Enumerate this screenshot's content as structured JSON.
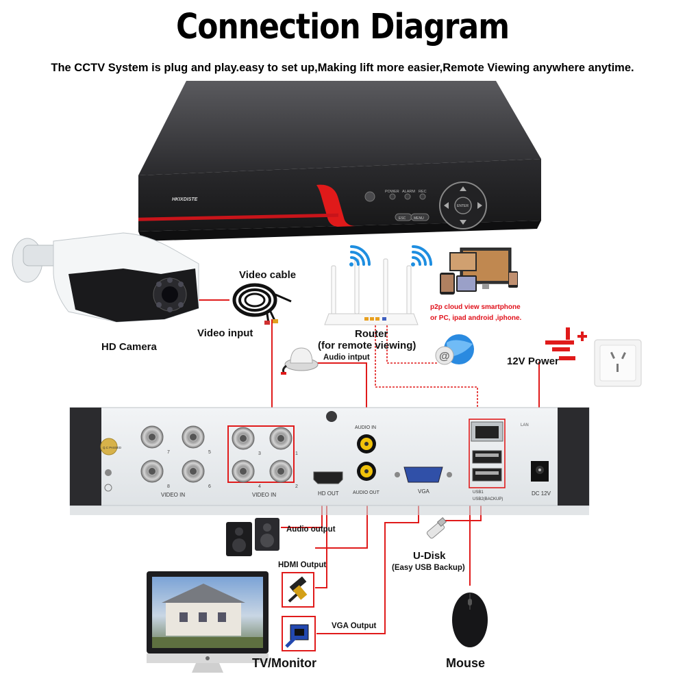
{
  "header": {
    "title": "Connection Diagram",
    "subtitle": "The CCTV System is plug and play.easy to set up,Making lift more easier,Remote Viewing anywhere anytime."
  },
  "dvr_front": {
    "brand": "HKIXDISTE",
    "indicators": [
      "POWER",
      "ALARM",
      "REC"
    ],
    "buttons": [
      "ESC",
      "MENU"
    ],
    "center_button": "ENTER"
  },
  "labels": {
    "hd_camera": "HD Camera",
    "video_cable": "Video cable",
    "video_input": "Video input",
    "router_line1": "Router",
    "router_line2": "(for remote viewing)",
    "p2p_line1": "p2p cloud  view smartphone",
    "p2p_line2": "or PC, ipad android ,iphone.",
    "audio_input": "Audio intput",
    "power_12v": "12V Power",
    "audio_output": "Audio output",
    "hdmi_output": "HDMI Output",
    "vga_output": "VGA Output",
    "u_disk": "U-Disk",
    "u_disk_note": "(Easy USB Backup)",
    "tv_monitor": "TV/Monitor",
    "mouse": "Mouse"
  },
  "dvr_back": {
    "video_in_1": "VIDEO IN",
    "video_in_2": "VIDEO IN",
    "hd_out": "HD OUT",
    "audio_out": "AUDIO OUT",
    "audio_in": "AUDIO IN",
    "vga": "VGA",
    "dc": "DC 12V",
    "lan": "LAN",
    "usb1": "USB1",
    "usb2": "USB2(BACKUP)",
    "qc": "Q.C PASSED",
    "channels": [
      "7",
      "5",
      "8",
      "6",
      "3",
      "1",
      "4",
      "2"
    ]
  },
  "colors": {
    "accent_red": "#e01a1a",
    "dvr_body": "#2b2b2e",
    "panel": "#e9ecef"
  },
  "icons": [
    "camera-icon",
    "cable-icon",
    "router-icon",
    "wifi-icon",
    "devices-icon",
    "globe-icon",
    "microphone-icon",
    "wall-socket-icon",
    "dc-polarity-icon",
    "speaker-icon",
    "hdmi-plug-icon",
    "vga-plug-icon",
    "usb-stick-icon",
    "mouse-icon",
    "monitor-icon"
  ]
}
